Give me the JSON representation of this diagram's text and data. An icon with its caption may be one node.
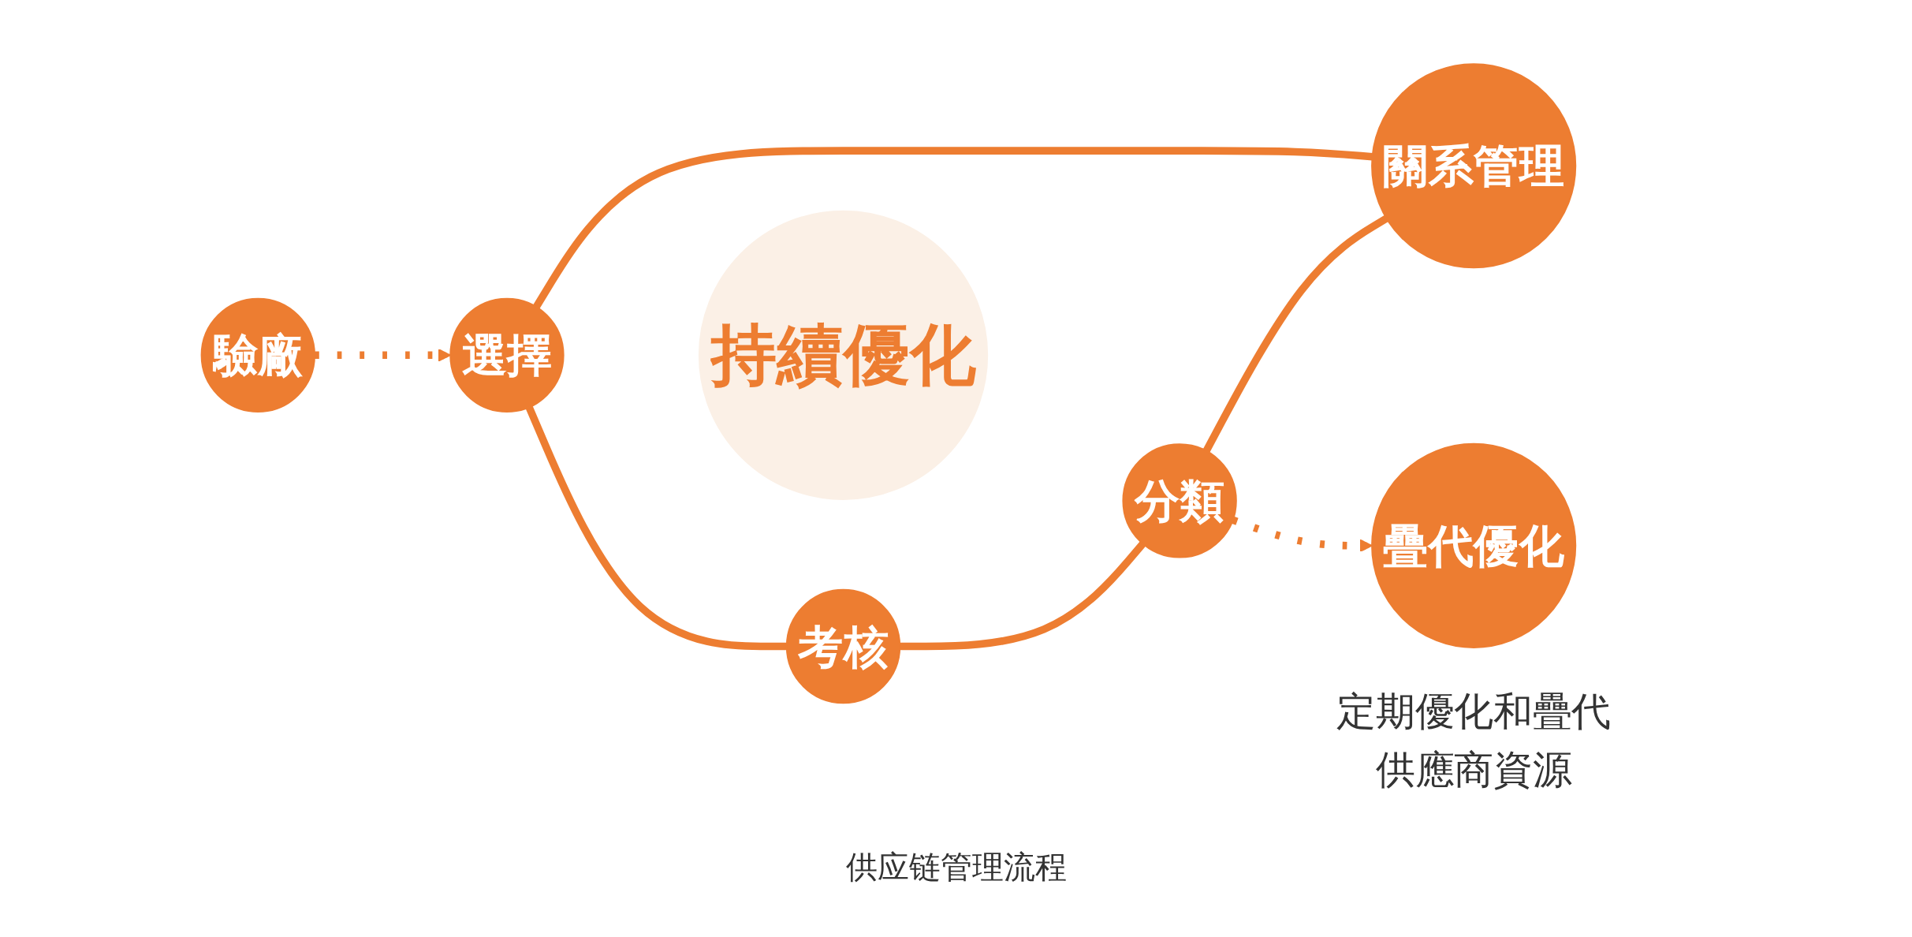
{
  "diagram": {
    "caption": "供应链管理流程",
    "nodes": [
      {
        "text": [
          "驗廠"
        ]
      },
      {
        "text": [
          "選擇"
        ]
      },
      {
        "text": [
          "考核"
        ]
      },
      {
        "text": [
          "持續優化"
        ]
      },
      {
        "text": [
          "分類"
        ]
      },
      {
        "text": [
          "關系管理"
        ]
      },
      {
        "text": [
          "疊代優化"
        ],
        "beside": [
          "定期優化和疊代供應商資源"
        ]
      }
    ],
    "edges": [
      {
        "from": 0,
        "to": 1,
        "arrow": "to",
        "style": "dashed"
      },
      {
        "from": 1,
        "to": 2,
        "arrow": "none"
      },
      {
        "from": 2,
        "to": 4,
        "arrow": "none"
      },
      {
        "from": 4,
        "to": 5,
        "arrow": "none"
      },
      {
        "from": 5,
        "to": 1,
        "arrow": "none"
      },
      {
        "from": 4,
        "to": 6,
        "arrow": "to",
        "style": "dashed"
      }
    ]
  }
}
